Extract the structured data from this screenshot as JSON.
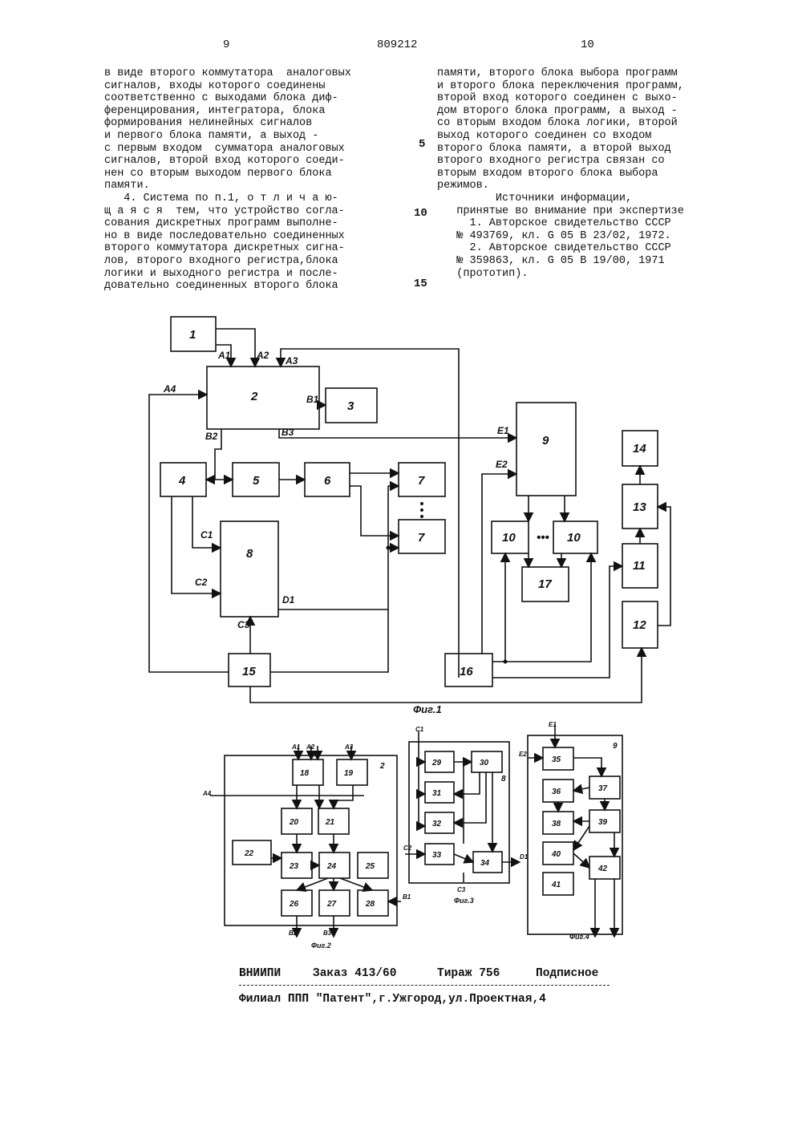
{
  "header": {
    "left_page": "9",
    "doc_number": "809212",
    "right_page": "10"
  },
  "left_column": [
    "в виде второго коммутатора  аналоговых",
    "сигналов, входы которого соединены",
    "соответственно с выходами блока диф-",
    "ференцирования, интегратора, блока",
    "формирования нелинейных сигналов",
    "и первого блока памяти, а выход -",
    "с первым входом  сумматора аналоговых",
    "сигналов, второй вход которого соеди-",
    "нен со вторым выходом первого блока",
    "памяти.",
    "   4. Система по п.1, о т л и ч а ю-",
    "щ а я с я  тем, что устройство согла-",
    "сования дискретных программ выполне-",
    "но в виде последовательно соединенных",
    "второго коммутатора дискретных сигна-",
    "лов, второго входного регистра,блока",
    "логики и выходного регистра и после-",
    "довательно соединенных второго блока"
  ],
  "right_column": [
    "памяти, второго блока выбора программ",
    "и второго блока переключения программ,",
    "второй вход которого соединен с выхо-",
    "дом второго блока программ, а выход -",
    "со вторым входом блока логики, второй",
    "выход которого соединен со входом",
    "второго блока памяти, а второй выход",
    "второго входного регистра связан со",
    "вторым входом второго блока выбора",
    "режимов.",
    "",
    "         Источники информации,",
    "   принятые во внимание при экспертизе",
    "     1. Авторское свидетельство СССР",
    "   № 493769, кл. G 05 В 23/02, 1972.",
    "     2. Авторское свидетельство СССР",
    "   № 359863, кл. G 05 В 19/00, 1971",
    "   (прототип)."
  ],
  "line_numbers": [
    "5",
    "10",
    "15"
  ],
  "fig1": {
    "caption": "Фиг.1",
    "blocks": [
      "1",
      "2",
      "3",
      "4",
      "5",
      "6",
      "7",
      "7",
      "8",
      "9",
      "10",
      "10",
      "11",
      "12",
      "13",
      "14",
      "15",
      "16",
      "17"
    ],
    "signals": [
      "A1",
      "A2",
      "A3",
      "A4",
      "B1",
      "B2",
      "B3",
      "E1",
      "E2",
      "C1",
      "C2",
      "C3",
      "D1"
    ],
    "dots": "•••"
  },
  "fig2": {
    "caption": "Фиг.2",
    "label": "2",
    "blocks": [
      "18",
      "19",
      "20",
      "21",
      "22",
      "23",
      "24",
      "25",
      "26",
      "27",
      "28"
    ],
    "signals": [
      "A1",
      "A2",
      "A3",
      "A4",
      "B1",
      "B2",
      "B3"
    ]
  },
  "fig3": {
    "caption": "Фиг.3",
    "label": "8",
    "blocks": [
      "29",
      "30",
      "31",
      "32",
      "33",
      "34"
    ],
    "signals": [
      "C1",
      "C2",
      "C3",
      "D1"
    ]
  },
  "fig4": {
    "caption": "Фиг.4",
    "label": "9",
    "blocks": [
      "35",
      "36",
      "37",
      "38",
      "39",
      "40",
      "41",
      "42"
    ],
    "signals": [
      "E1",
      "E2"
    ]
  },
  "footer": {
    "line1": [
      "ВНИИПИ",
      "Заказ 413/60",
      "Тираж 756",
      "Подписное"
    ],
    "line2": "Филиал ППП \"Патент\",г.Ужгород,ул.Проектная,4"
  }
}
